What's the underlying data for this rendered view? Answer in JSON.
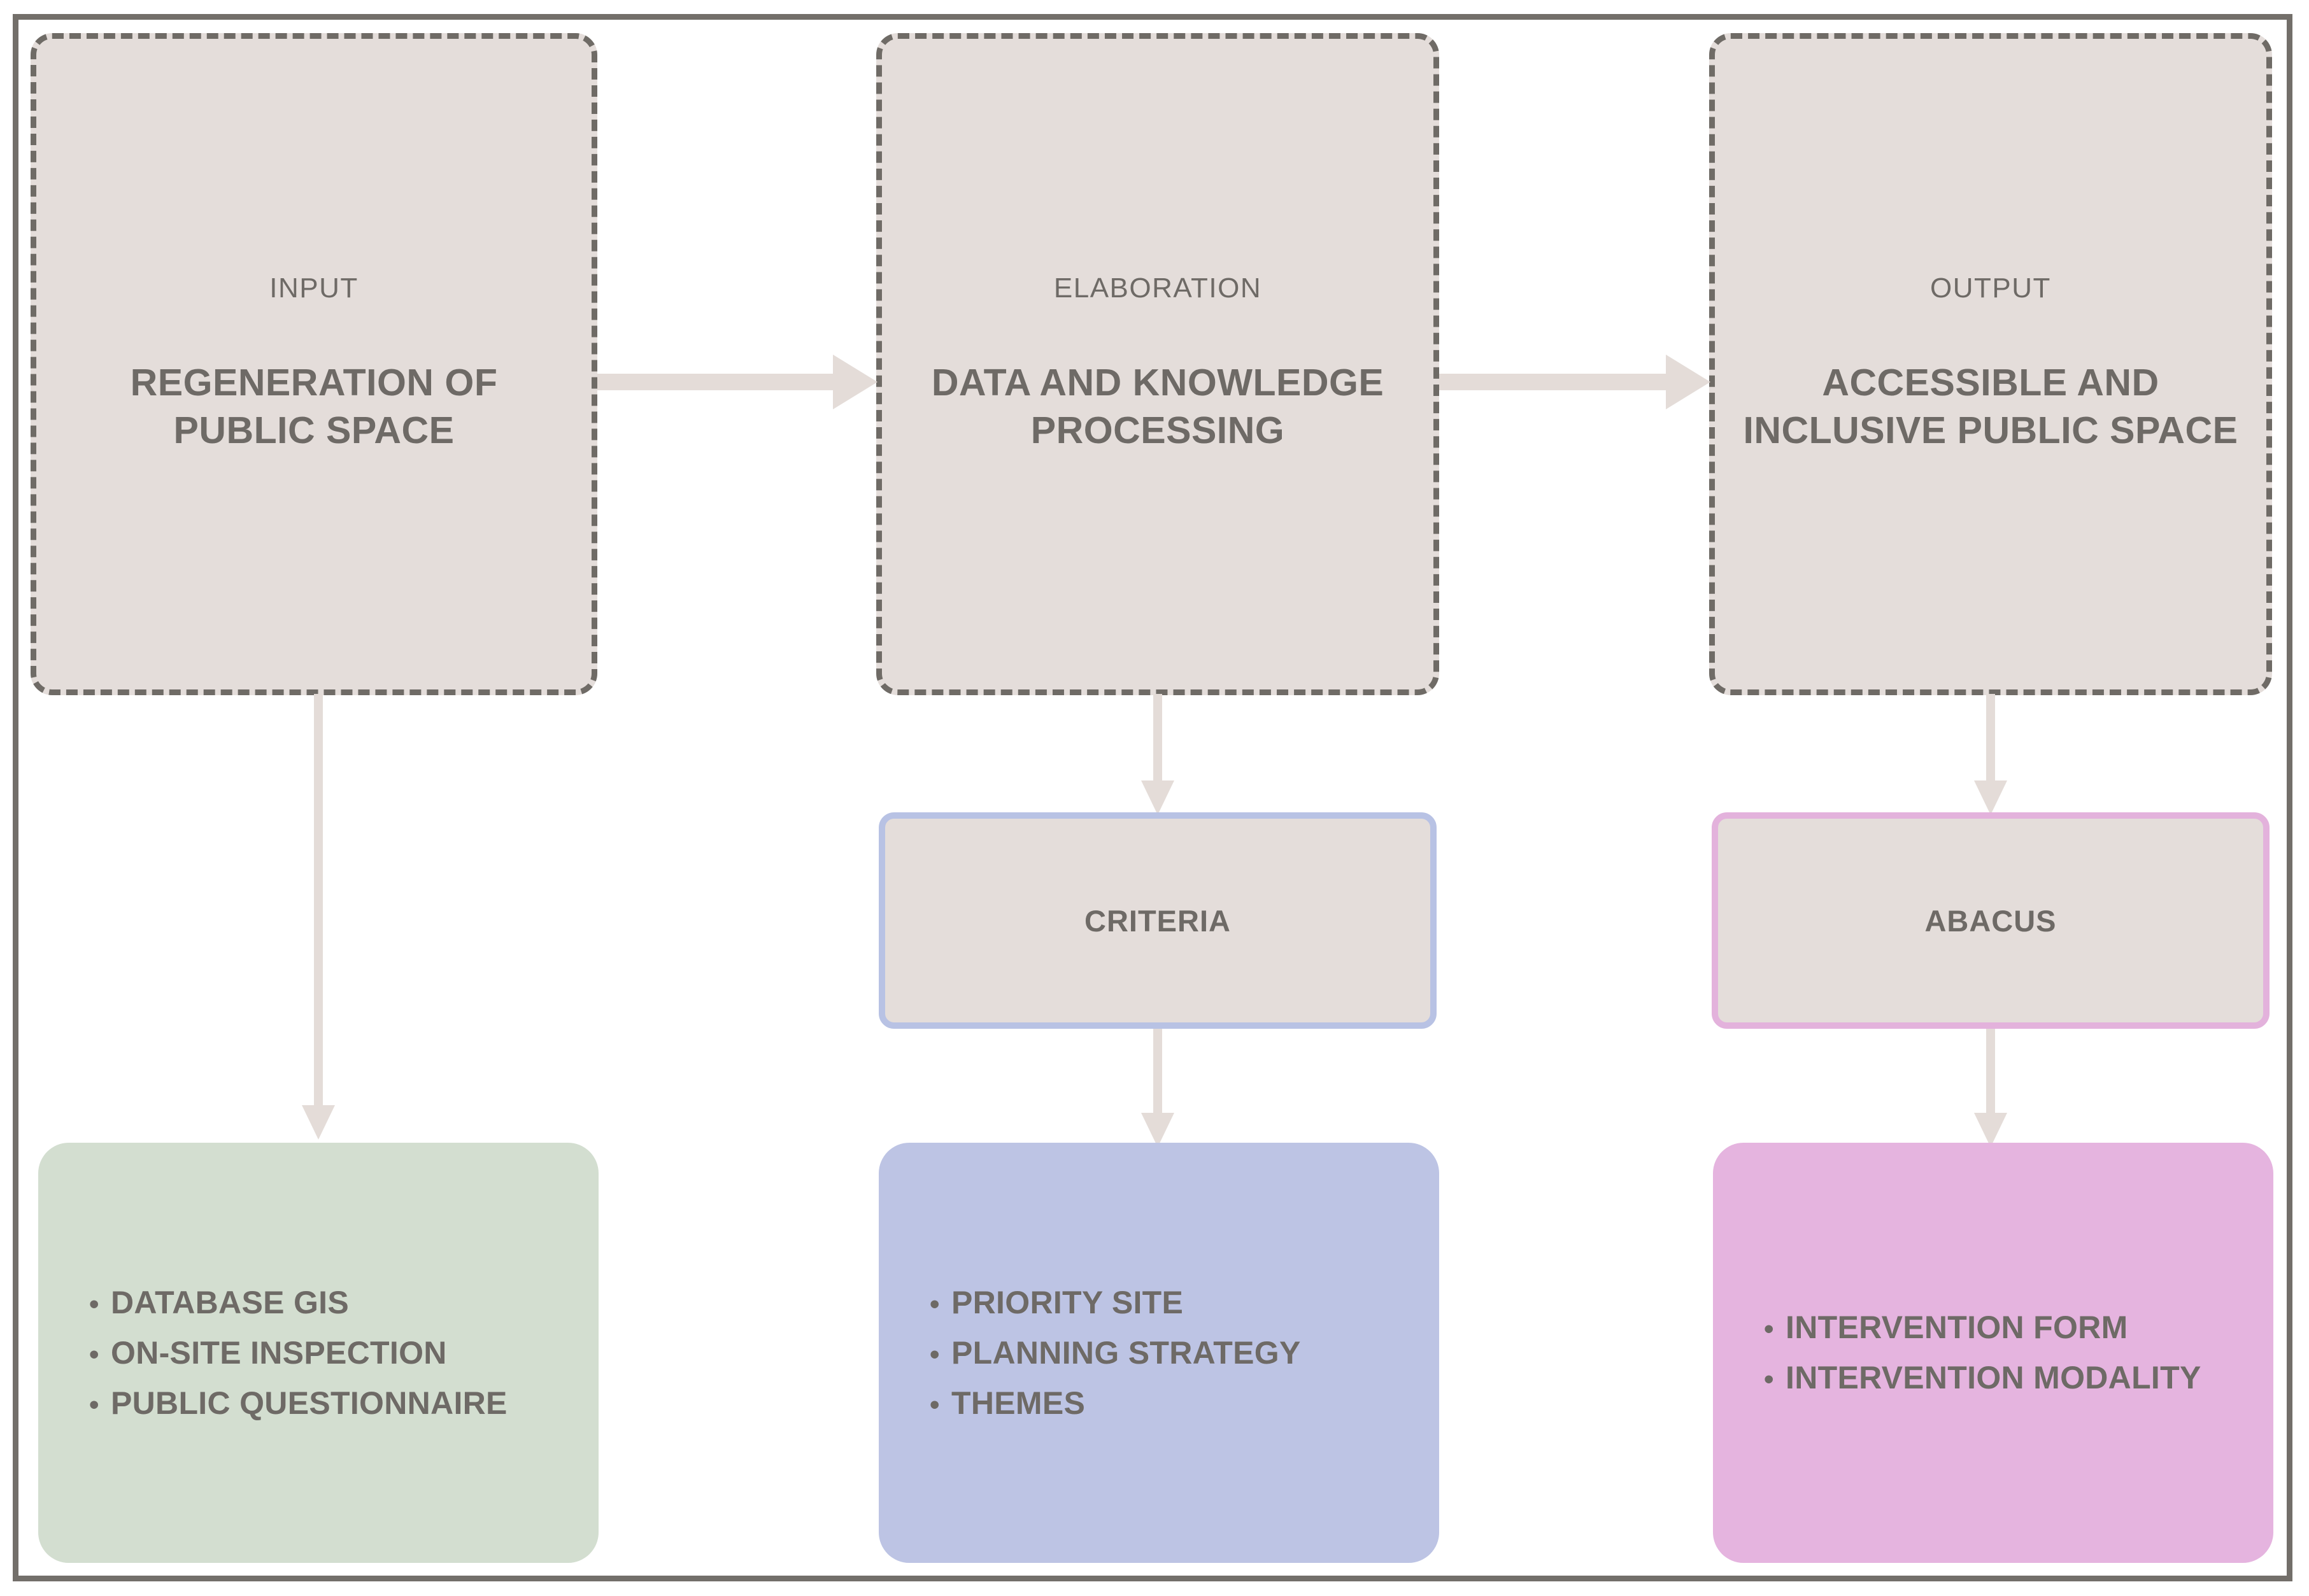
{
  "diagram": {
    "title": "Regeneration of public space methodology flow",
    "colors": {
      "frame_border": "#736f6a",
      "stage_fill": "#e4ddda",
      "stage_border": "#6f6b66",
      "text": "#6e6a66",
      "arrow": "#e4dcd8",
      "green": "#d3ded0",
      "blue": "#bdc4e4",
      "pink": "#e5b4df",
      "blue_border": "#b8c2e4",
      "pink_border": "#e3b2dc"
    },
    "stages": [
      {
        "id": "input",
        "kicker": "INPUT",
        "title": "REGENERATION OF\nPUBLIC SPACE"
      },
      {
        "id": "elaboration",
        "kicker": "ELABORATION",
        "title": "DATA AND KNOWLEDGE\nPROCESSING"
      },
      {
        "id": "output",
        "kicker": "OUTPUT",
        "title": "ACCESSIBLE AND\nINCLUSIVE PUBLIC SPACE"
      }
    ],
    "mid_boxes": [
      {
        "id": "criteria",
        "label": "CRITERIA"
      },
      {
        "id": "abacus",
        "label": "ABACUS"
      }
    ],
    "list_boxes": [
      {
        "id": "input-list",
        "items": [
          "DATABASE GIS",
          "ON-SITE INSPECTION",
          "PUBLIC QUESTIONNAIRE"
        ]
      },
      {
        "id": "criteria-list",
        "items": [
          "PRIORITY SITE",
          "PLANNING STRATEGY",
          "THEMES"
        ]
      },
      {
        "id": "abacus-list",
        "items": [
          "INTERVENTION FORM",
          "INTERVENTION MODALITY"
        ]
      }
    ],
    "bullet": "•"
  }
}
